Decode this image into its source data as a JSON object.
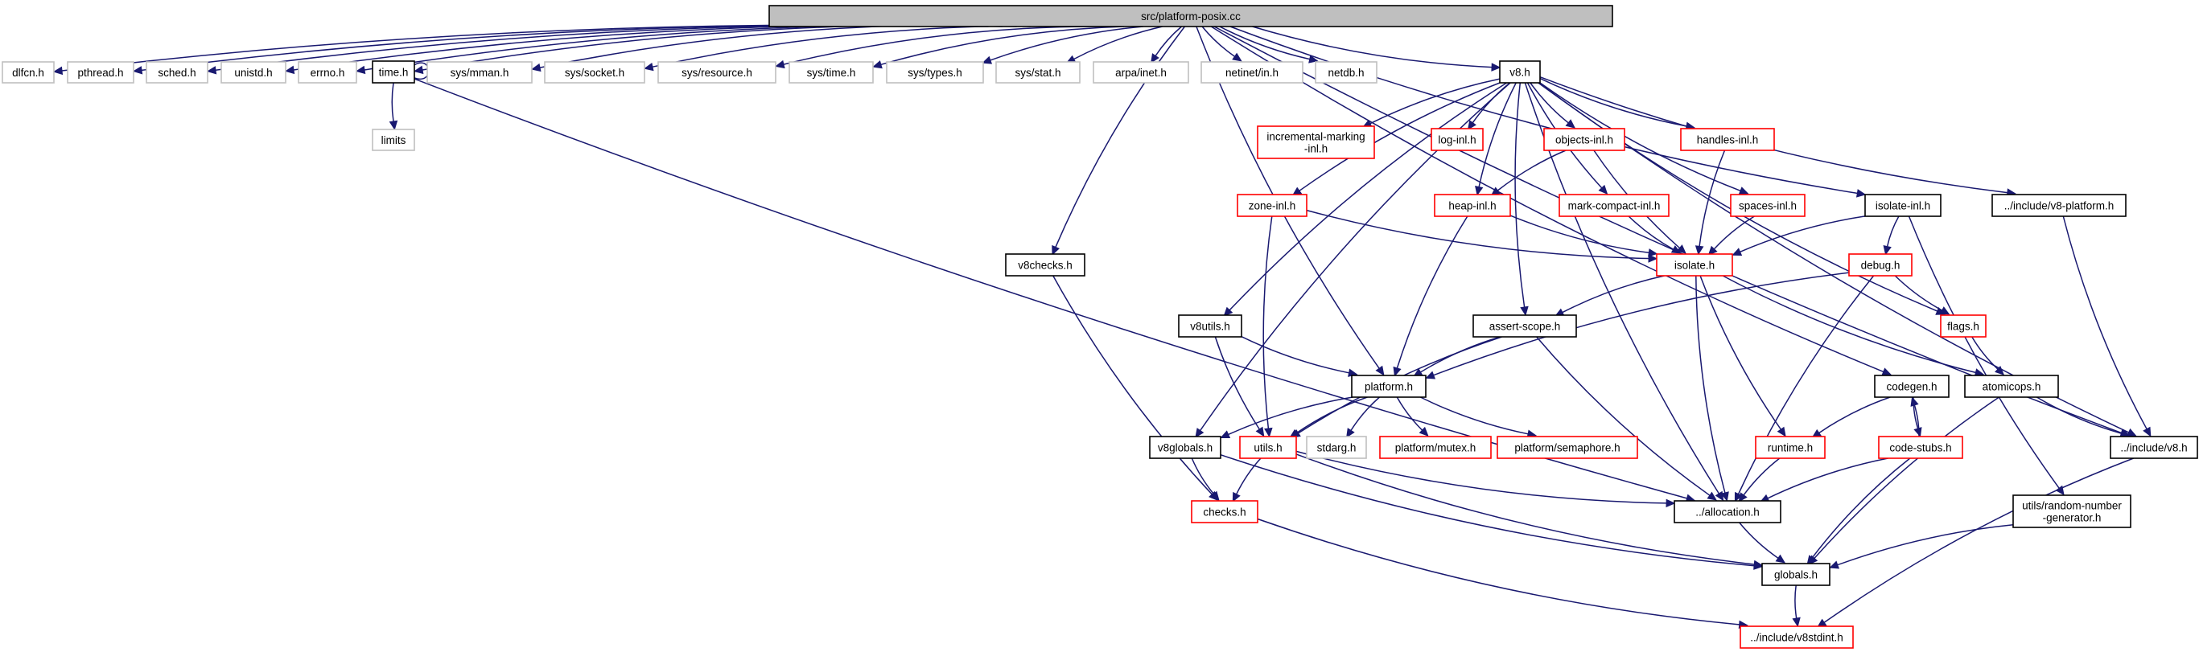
{
  "graph": {
    "colors": {
      "edge": "#191970",
      "box_root_fill": "#bfbfbf",
      "box_root_stroke": "#000000",
      "box_documented": "#000000",
      "box_truncated": "#ff0000",
      "box_external": "#bfbfbf",
      "box_fill": "#ffffff"
    },
    "nodes": [
      {
        "id": "root",
        "label": "src/platform-posix.cc",
        "kind": "root"
      },
      {
        "id": "dlfcn",
        "label": "dlfcn.h",
        "kind": "external"
      },
      {
        "id": "pthread",
        "label": "pthread.h",
        "kind": "external"
      },
      {
        "id": "sched",
        "label": "sched.h",
        "kind": "external"
      },
      {
        "id": "unistd",
        "label": "unistd.h",
        "kind": "external"
      },
      {
        "id": "errno",
        "label": "errno.h",
        "kind": "external"
      },
      {
        "id": "time",
        "label": "time.h",
        "kind": "documented"
      },
      {
        "id": "mman",
        "label": "sys/mman.h",
        "kind": "external"
      },
      {
        "id": "socket",
        "label": "sys/socket.h",
        "kind": "external"
      },
      {
        "id": "resource",
        "label": "sys/resource.h",
        "kind": "external"
      },
      {
        "id": "systime",
        "label": "sys/time.h",
        "kind": "external"
      },
      {
        "id": "types",
        "label": "sys/types.h",
        "kind": "external"
      },
      {
        "id": "stat",
        "label": "sys/stat.h",
        "kind": "external"
      },
      {
        "id": "inet",
        "label": "arpa/inet.h",
        "kind": "external"
      },
      {
        "id": "netin",
        "label": "netinet/in.h",
        "kind": "external"
      },
      {
        "id": "netdb",
        "label": "netdb.h",
        "kind": "external"
      },
      {
        "id": "limits",
        "label": "limits",
        "kind": "external"
      },
      {
        "id": "v8",
        "label": "v8.h",
        "kind": "documented"
      },
      {
        "id": "incmark",
        "label": "incremental-marking\n-inl.h",
        "kind": "truncated"
      },
      {
        "id": "login",
        "label": "log-inl.h",
        "kind": "truncated"
      },
      {
        "id": "objectsinl",
        "label": "objects-inl.h",
        "kind": "truncated"
      },
      {
        "id": "handlesinl",
        "label": "handles-inl.h",
        "kind": "truncated"
      },
      {
        "id": "zoneinl",
        "label": "zone-inl.h",
        "kind": "truncated"
      },
      {
        "id": "heapinl",
        "label": "heap-inl.h",
        "kind": "truncated"
      },
      {
        "id": "markcompact",
        "label": "mark-compact-inl.h",
        "kind": "truncated"
      },
      {
        "id": "spacesinl",
        "label": "spaces-inl.h",
        "kind": "truncated"
      },
      {
        "id": "isolateinl",
        "label": "isolate-inl.h",
        "kind": "documented"
      },
      {
        "id": "v8platform",
        "label": "../include/v8-platform.h",
        "kind": "documented"
      },
      {
        "id": "v8checks",
        "label": "v8checks.h",
        "kind": "documented"
      },
      {
        "id": "isolate",
        "label": "isolate.h",
        "kind": "truncated"
      },
      {
        "id": "debug",
        "label": "debug.h",
        "kind": "truncated"
      },
      {
        "id": "v8utils",
        "label": "v8utils.h",
        "kind": "documented"
      },
      {
        "id": "assertscope",
        "label": "assert-scope.h",
        "kind": "documented"
      },
      {
        "id": "flags",
        "label": "flags.h",
        "kind": "truncated"
      },
      {
        "id": "platform",
        "label": "platform.h",
        "kind": "documented"
      },
      {
        "id": "codegen",
        "label": "codegen.h",
        "kind": "documented"
      },
      {
        "id": "atomicops",
        "label": "atomicops.h",
        "kind": "documented"
      },
      {
        "id": "v8globals",
        "label": "v8globals.h",
        "kind": "documented"
      },
      {
        "id": "utils",
        "label": "utils.h",
        "kind": "truncated"
      },
      {
        "id": "stdarg",
        "label": "stdarg.h",
        "kind": "external"
      },
      {
        "id": "mutex",
        "label": "platform/mutex.h",
        "kind": "truncated"
      },
      {
        "id": "semaphore",
        "label": "platform/semaphore.h",
        "kind": "truncated"
      },
      {
        "id": "runtime",
        "label": "runtime.h",
        "kind": "truncated"
      },
      {
        "id": "codestubs",
        "label": "code-stubs.h",
        "kind": "truncated"
      },
      {
        "id": "includev8",
        "label": "../include/v8.h",
        "kind": "documented"
      },
      {
        "id": "checks",
        "label": "checks.h",
        "kind": "truncated"
      },
      {
        "id": "allocation",
        "label": "../allocation.h",
        "kind": "documented"
      },
      {
        "id": "rng",
        "label": "utils/random-number\n-generator.h",
        "kind": "documented"
      },
      {
        "id": "globals",
        "label": "globals.h",
        "kind": "documented"
      },
      {
        "id": "v8stdint",
        "label": "../include/v8stdint.h",
        "kind": "truncated"
      }
    ],
    "edges": [
      [
        "root",
        "dlfcn"
      ],
      [
        "root",
        "pthread"
      ],
      [
        "root",
        "sched"
      ],
      [
        "root",
        "unistd"
      ],
      [
        "root",
        "errno"
      ],
      [
        "root",
        "time"
      ],
      [
        "root",
        "mman"
      ],
      [
        "root",
        "socket"
      ],
      [
        "root",
        "resource"
      ],
      [
        "root",
        "systime"
      ],
      [
        "root",
        "types"
      ],
      [
        "root",
        "stat"
      ],
      [
        "root",
        "inet"
      ],
      [
        "root",
        "netin"
      ],
      [
        "root",
        "netdb"
      ],
      [
        "root",
        "v8"
      ],
      [
        "root",
        "platform"
      ],
      [
        "root",
        "v8checks"
      ],
      [
        "root",
        "isolateinl"
      ],
      [
        "root",
        "codegen"
      ],
      [
        "root",
        "includev8"
      ],
      [
        "time",
        "time"
      ],
      [
        "time",
        "limits"
      ],
      [
        "time",
        "allocation"
      ],
      [
        "v8",
        "incmark"
      ],
      [
        "v8",
        "login"
      ],
      [
        "v8",
        "objectsinl"
      ],
      [
        "v8",
        "handlesinl"
      ],
      [
        "v8",
        "zoneinl"
      ],
      [
        "v8",
        "heapinl"
      ],
      [
        "v8",
        "markcompact"
      ],
      [
        "v8",
        "spacesinl"
      ],
      [
        "v8",
        "v8platform"
      ],
      [
        "v8",
        "includev8"
      ],
      [
        "v8",
        "v8utils"
      ],
      [
        "v8",
        "v8globals"
      ],
      [
        "v8",
        "assertscope"
      ],
      [
        "v8",
        "allocation"
      ],
      [
        "v8",
        "flags"
      ],
      [
        "objectsinl",
        "heapinl"
      ],
      [
        "objectsinl",
        "isolate"
      ],
      [
        "handlesinl",
        "isolate"
      ],
      [
        "markcompact",
        "isolate"
      ],
      [
        "spacesinl",
        "isolate"
      ],
      [
        "heapinl",
        "isolate"
      ],
      [
        "heapinl",
        "platform"
      ],
      [
        "zoneinl",
        "isolate"
      ],
      [
        "zoneinl",
        "utils"
      ],
      [
        "isolateinl",
        "isolate"
      ],
      [
        "isolateinl",
        "debug"
      ],
      [
        "isolateinl",
        "rng"
      ],
      [
        "v8platform",
        "includev8"
      ],
      [
        "v8checks",
        "checks"
      ],
      [
        "isolate",
        "assertscope"
      ],
      [
        "isolate",
        "runtime"
      ],
      [
        "isolate",
        "atomicops"
      ],
      [
        "isolate",
        "allocation"
      ],
      [
        "debug",
        "platform"
      ],
      [
        "debug",
        "flags"
      ],
      [
        "debug",
        "allocation"
      ],
      [
        "v8utils",
        "platform"
      ],
      [
        "v8utils",
        "utils"
      ],
      [
        "assertscope",
        "platform"
      ],
      [
        "assertscope",
        "utils"
      ],
      [
        "assertscope",
        "allocation"
      ],
      [
        "flags",
        "atomicops"
      ],
      [
        "platform",
        "v8globals"
      ],
      [
        "platform",
        "utils"
      ],
      [
        "platform",
        "stdarg"
      ],
      [
        "platform",
        "mutex"
      ],
      [
        "platform",
        "semaphore"
      ],
      [
        "codegen",
        "runtime"
      ],
      [
        "codegen",
        "codestubs"
      ],
      [
        "codestubs",
        "codegen"
      ],
      [
        "atomicops",
        "includev8"
      ],
      [
        "atomicops",
        "globals"
      ],
      [
        "v8globals",
        "checks"
      ],
      [
        "v8globals",
        "globals"
      ],
      [
        "utils",
        "checks"
      ],
      [
        "utils",
        "allocation"
      ],
      [
        "utils",
        "globals"
      ],
      [
        "runtime",
        "allocation"
      ],
      [
        "codestubs",
        "allocation"
      ],
      [
        "codestubs",
        "globals"
      ],
      [
        "includev8",
        "v8stdint"
      ],
      [
        "checks",
        "v8stdint"
      ],
      [
        "allocation",
        "globals"
      ],
      [
        "rng",
        "globals"
      ],
      [
        "globals",
        "v8stdint"
      ]
    ]
  }
}
